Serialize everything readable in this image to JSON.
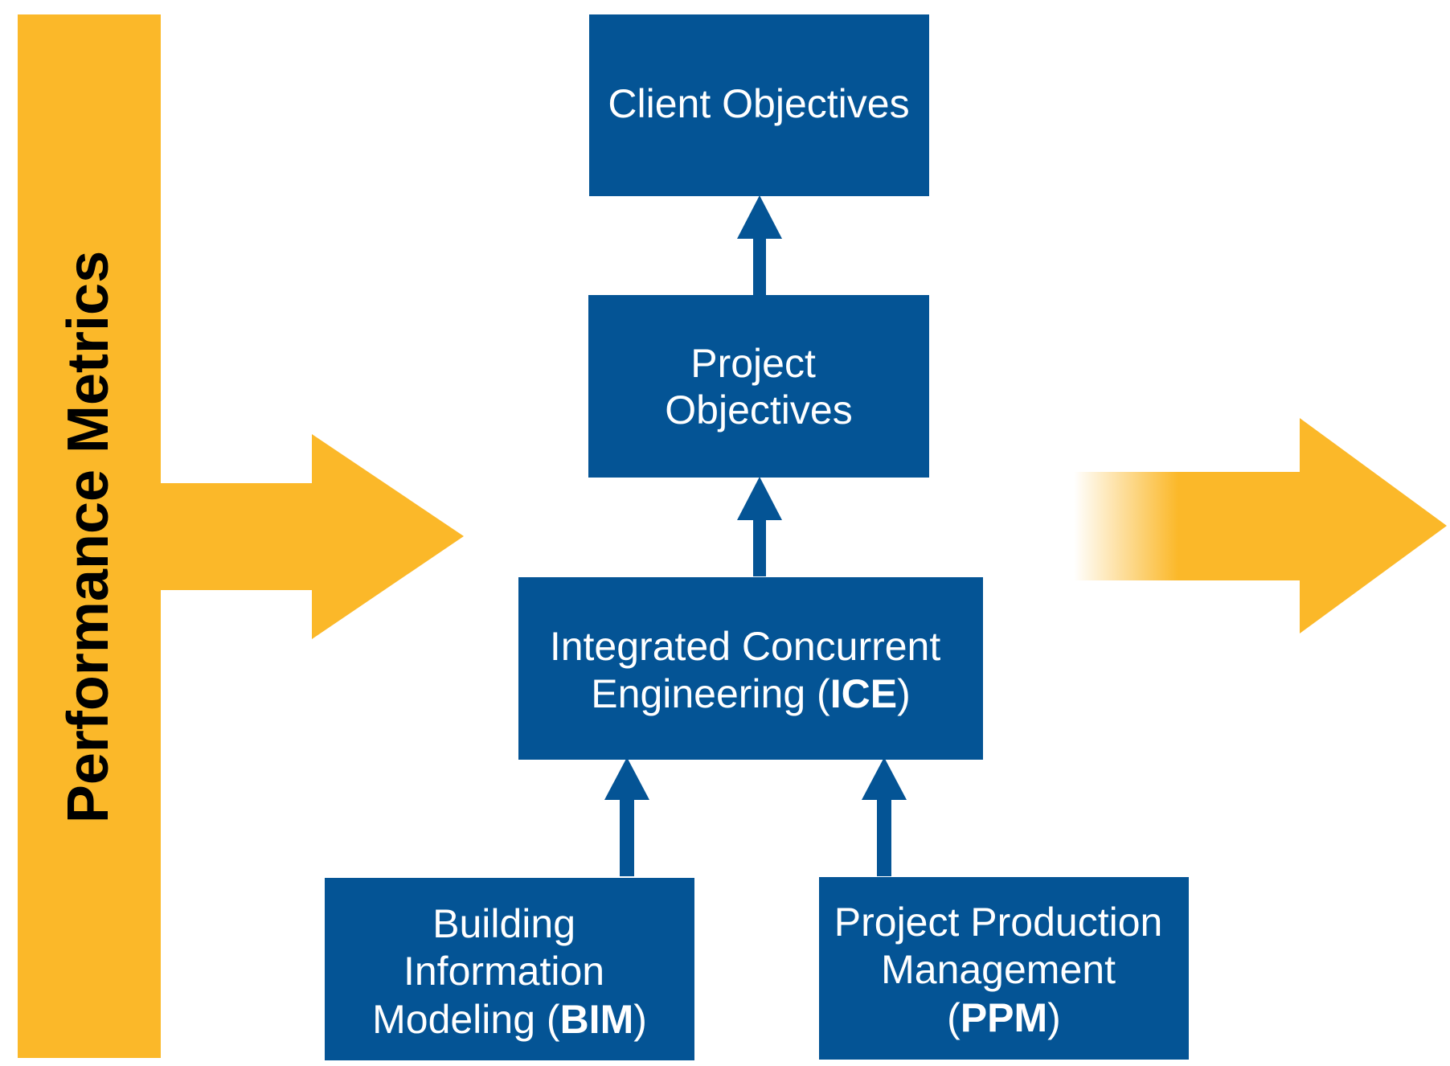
{
  "colors": {
    "box_fill": "#045495",
    "box_text": "#ffffff",
    "connector": "#045495",
    "performance_band": "#FBB829",
    "label_text": "#000000"
  },
  "performance_metrics": {
    "label": "Performance Metrics"
  },
  "boxes": {
    "client_objectives": {
      "line1": "Client Objectives"
    },
    "project_objectives": {
      "line1": "Project",
      "line2": "Objectives"
    },
    "ice": {
      "line1": "Integrated Concurrent",
      "line2_prefix": "Engineering (",
      "line2_bold": "ICE",
      "line2_suffix": ")"
    },
    "bim": {
      "line1": "Building",
      "line2": "Information",
      "line3_prefix": "Modeling (",
      "line3_bold": "BIM",
      "line3_suffix": ")"
    },
    "ppm": {
      "line1": "Project Production",
      "line2": "Management",
      "line3_prefix": "(",
      "line3_bold": "PPM",
      "line3_suffix": ")"
    }
  },
  "icons": {
    "input_arrow": "right-arrow-icon",
    "output_arrow": "faded-right-arrow-icon",
    "connector_arrow": "up-arrow-icon"
  }
}
